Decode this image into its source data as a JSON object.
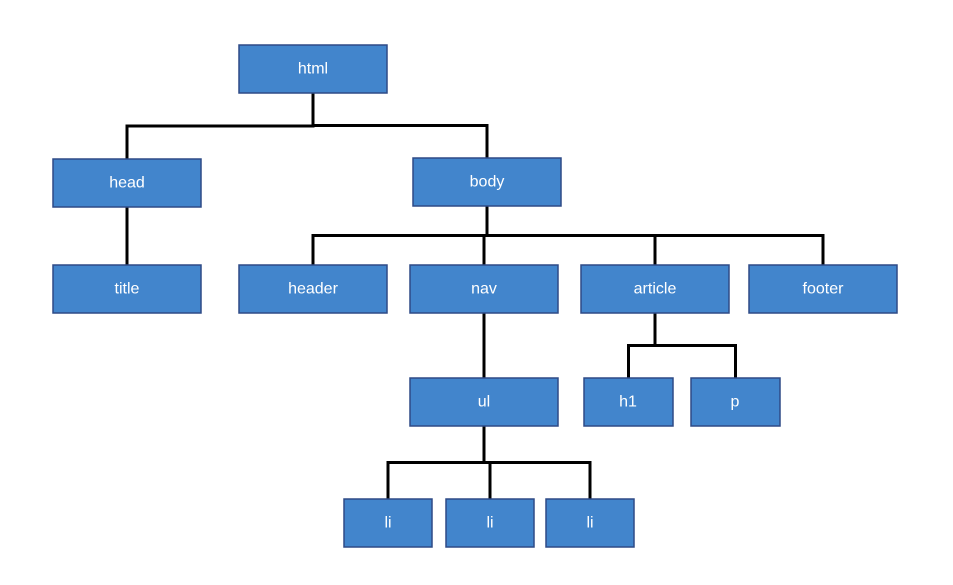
{
  "colors": {
    "node_fill": "#4285CC",
    "node_border": "#2E4A86",
    "node_text": "#FFFFFF",
    "edge": "#000000",
    "background": "#FFFFFF"
  },
  "tree": {
    "nodes": {
      "html": "html",
      "head": "head",
      "title": "title",
      "body": "body",
      "header": "header",
      "nav": "nav",
      "article": "article",
      "footer": "footer",
      "ul": "ul",
      "li1": "li",
      "li2": "li",
      "li3": "li",
      "h1": "h1",
      "p": "p"
    },
    "edges": [
      [
        "html",
        "head"
      ],
      [
        "html",
        "body"
      ],
      [
        "head",
        "title"
      ],
      [
        "body",
        "header"
      ],
      [
        "body",
        "nav"
      ],
      [
        "body",
        "article"
      ],
      [
        "body",
        "footer"
      ],
      [
        "nav",
        "ul"
      ],
      [
        "ul",
        "li1"
      ],
      [
        "ul",
        "li2"
      ],
      [
        "ul",
        "li3"
      ],
      [
        "article",
        "h1"
      ],
      [
        "article",
        "p"
      ]
    ]
  }
}
